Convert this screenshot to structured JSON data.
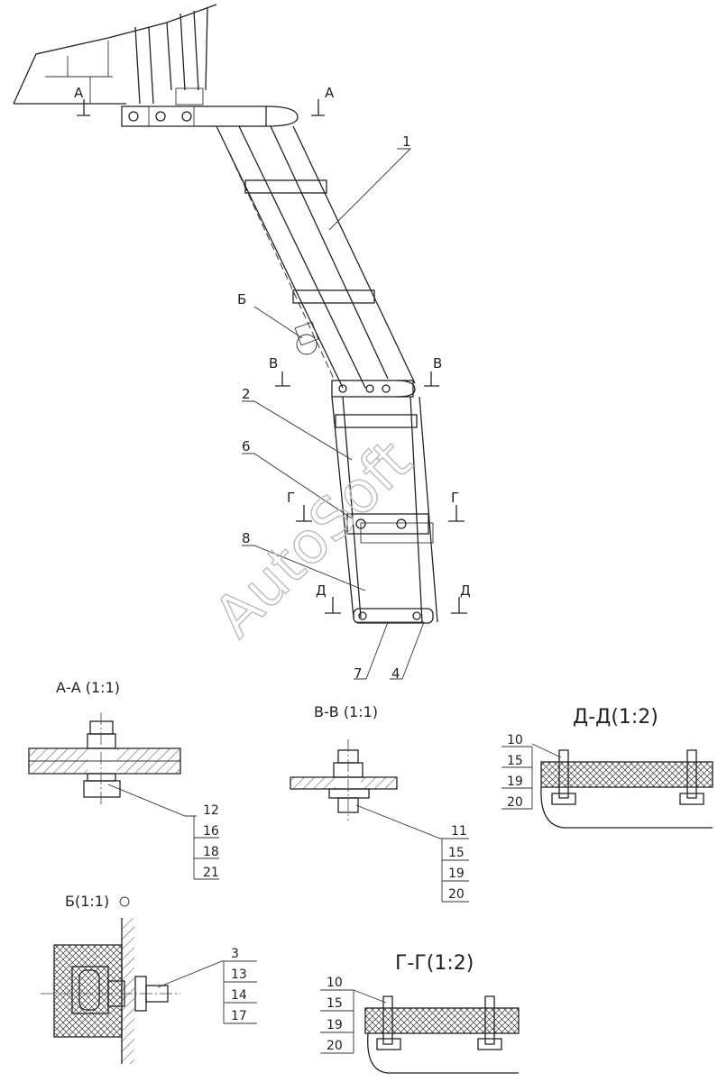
{
  "watermark": "AutoSoft",
  "main_view": {
    "callouts": [
      "1",
      "2",
      "6",
      "8",
      "7",
      "4"
    ],
    "section_marks": {
      "a_left": "А",
      "a_right": "А",
      "b_detail": "Б",
      "v_left": "В",
      "v_right": "В",
      "g_left": "Г",
      "g_right": "Г",
      "d_left": "Д",
      "d_right": "Д"
    }
  },
  "section_aa": {
    "title": "А-А (1:1)",
    "parts": [
      "12",
      "16",
      "18",
      "21"
    ]
  },
  "section_vv": {
    "title": "В-В (1:1)",
    "parts": [
      "11",
      "15",
      "19",
      "20"
    ]
  },
  "section_dd": {
    "title": "Д-Д(1:2)",
    "parts": [
      "10",
      "15",
      "19",
      "20"
    ]
  },
  "detail_b": {
    "title": "Б(1:1)",
    "parts": [
      "3",
      "13",
      "14",
      "17"
    ]
  },
  "section_gg": {
    "title": "Г-Г(1:2)",
    "parts": [
      "10",
      "15",
      "19",
      "20"
    ]
  }
}
